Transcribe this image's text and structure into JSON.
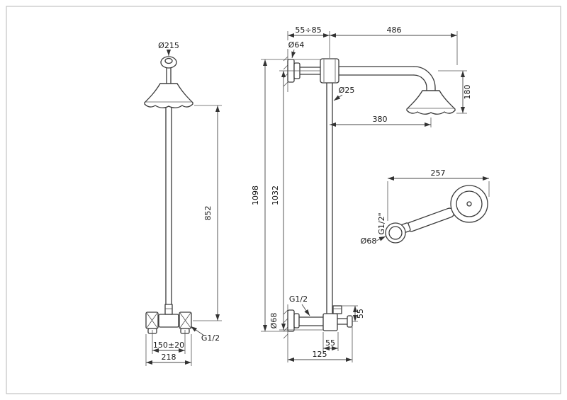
{
  "colors": {
    "line": "#3a3a3a",
    "background": "#ffffff",
    "border": "#b7b7b7"
  },
  "drawing": {
    "front_view": {
      "head_diameter": "Ø215",
      "riser_height": "852",
      "connection_thread": "G1/2",
      "inlet_spacing": "150±20",
      "overall_width": "218"
    },
    "side_view": {
      "wall_offset_range": "55÷85",
      "escutcheon_diameter": "Ø64",
      "arm_reach": "486",
      "head_drop": "180",
      "riser_diameter": "Ø25",
      "head_projection": "380",
      "overall_height": "1098",
      "riser_length": "1032",
      "inlet_thread": "G1/2",
      "inlet_flange_diameter": "Ø68",
      "outlet_height": "55",
      "body_width": "55",
      "overall_depth": "125"
    },
    "handshower_detail": {
      "overall_length": "257",
      "connection_thread": "G1/2\"",
      "flange_diameter": "Ø68"
    }
  }
}
